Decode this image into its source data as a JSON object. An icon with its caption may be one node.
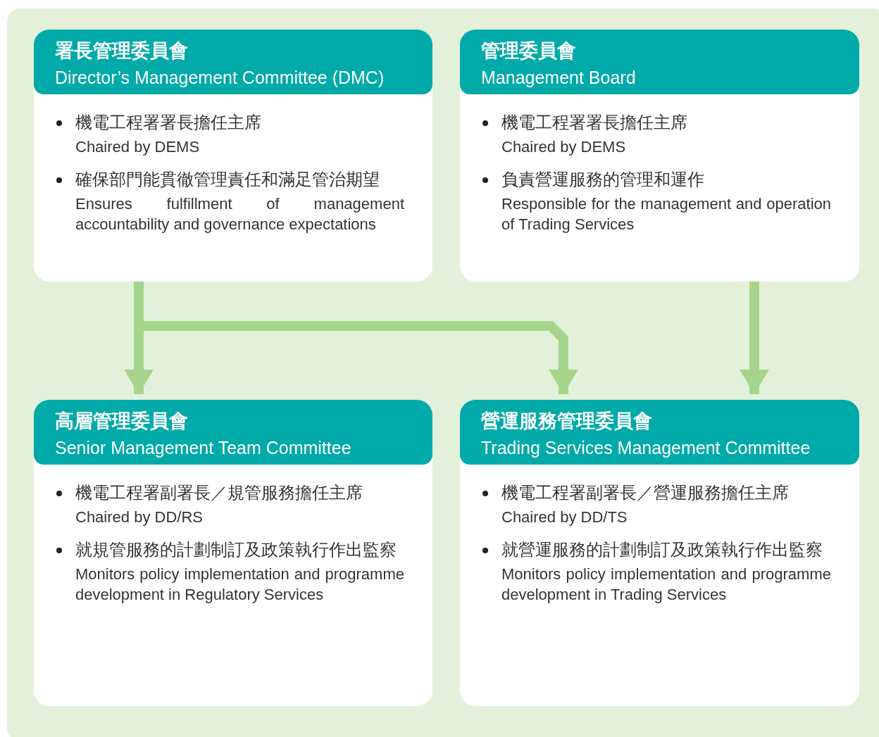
{
  "diagram": {
    "nodes": [
      {
        "text": [
          "署長管理委員會",
          "Director’s Management Committee (DMC)",
          "機電工程署署長擔任主席",
          "Chaired by DEMS",
          "確保部門能貫徹管理責任和滿足管治期望",
          "Ensures fulfillment of management accountability and governance expectations"
        ]
      },
      {
        "text": [
          "管理委員會",
          "Management Board",
          "機電工程署署長擔任主席",
          "Chaired by DEMS",
          "負責營運服務的管理和運作",
          "Responsible for the management and operation of Trading Services"
        ]
      },
      {
        "text": [
          "高層管理委員會",
          "Senior Management Team Committee",
          "機電工程署副署長／規管服務擔任主席",
          "Chaired by DD/RS",
          "就規管服務的計劃制訂及政策執行作出監察",
          "Monitors policy implementation and programme development in Regulatory Services"
        ]
      },
      {
        "text": [
          "營運服務管理委員會",
          "Trading Services Management Committee",
          "機電工程署副署長／營運服務擔任主席",
          "Chaired by DD/TS",
          "就營運服務的計劃制訂及政策執行作出監察",
          "Monitors policy implementation and programme development in Trading Services"
        ]
      }
    ],
    "edges": [
      {
        "from": 0,
        "to": 2,
        "arrow": "to"
      },
      {
        "from": 0,
        "to": 3,
        "arrow": "to"
      },
      {
        "from": 1,
        "to": 3,
        "arrow": "to"
      }
    ]
  }
}
